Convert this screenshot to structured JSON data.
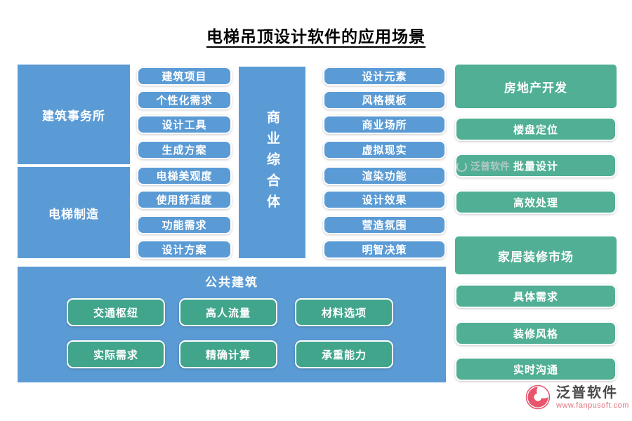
{
  "title": "电梯吊顶设计软件的应用场景",
  "colors": {
    "blue": "#5b9bd5",
    "green": "#50af94",
    "inner_green": "#41a58c",
    "brand_pink": "#e8566e"
  },
  "left_groups": [
    {
      "label": "建筑事务所",
      "items": [
        "建筑项目",
        "个性化需求",
        "设计工具",
        "生成方案"
      ]
    },
    {
      "label": "电梯制造",
      "items": [
        "电梯美观度",
        "使用舒适度",
        "功能需求",
        "设计方案"
      ]
    }
  ],
  "center_group": {
    "label": "商业综合体",
    "items": [
      "设计元素",
      "风格模板",
      "商业场所",
      "虚拟现实",
      "渲染功能",
      "设计效果",
      "营造氛围",
      "明智决策"
    ]
  },
  "right_groups": [
    {
      "label": "房地产开发",
      "items": [
        "楼盘定位",
        "批量设计",
        "高效处理"
      ]
    },
    {
      "label": "家居装修市场",
      "items": [
        "具体需求",
        "装修风格",
        "实时沟通"
      ]
    }
  ],
  "bottom_group": {
    "label": "公共建筑",
    "items": [
      "交通枢纽",
      "高人流量",
      "材料选项",
      "实际需求",
      "精确计算",
      "承重能力"
    ]
  },
  "watermark": "泛普软件",
  "footer": {
    "brand": "泛普软件",
    "url": "www.fanpusoft.com"
  }
}
